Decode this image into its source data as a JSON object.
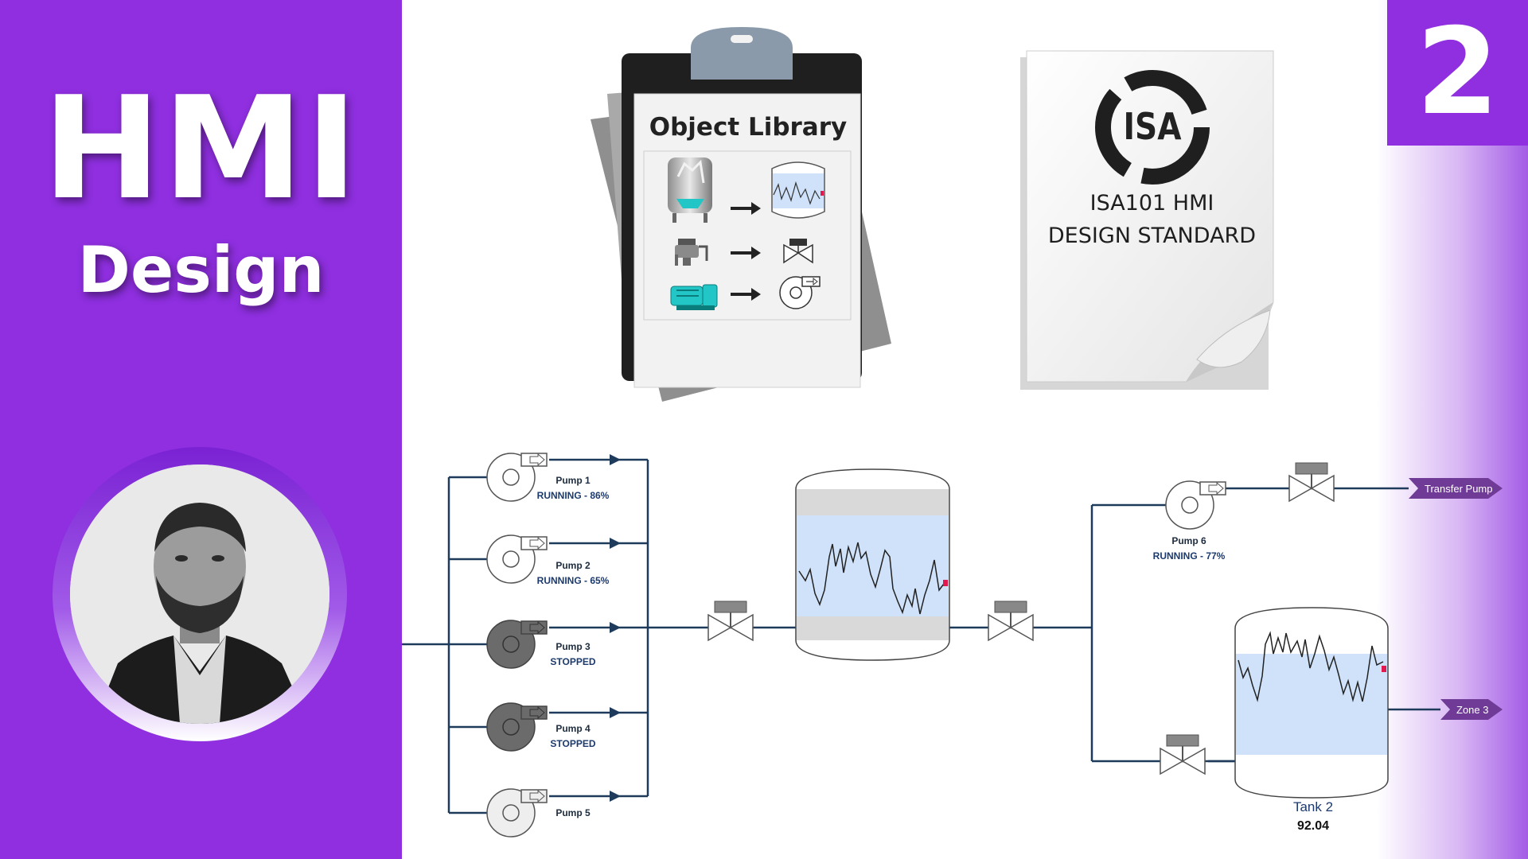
{
  "header": {
    "title": "HMI",
    "subtitle": "Design",
    "episode_number": "2"
  },
  "library_card": {
    "title": "Object Library"
  },
  "standard_doc": {
    "logo_text": "ISA",
    "line1": "ISA101 HMI",
    "line2": "DESIGN STANDARD"
  },
  "pumps": [
    {
      "name": "Pump 1",
      "status": "RUNNING - 86%",
      "running": true
    },
    {
      "name": "Pump 2",
      "status": "RUNNING - 65%",
      "running": true
    },
    {
      "name": "Pump 3",
      "status": "STOPPED",
      "running": false
    },
    {
      "name": "Pump 4",
      "status": "STOPPED",
      "running": false
    },
    {
      "name": "Pump 5",
      "status": "",
      "running": true
    }
  ],
  "pump6": {
    "name": "Pump 6",
    "status": "RUNNING - 77%"
  },
  "destinations": {
    "transfer": "Transfer Pump",
    "zone": "Zone 3"
  },
  "tank2": {
    "name": "Tank 2",
    "value": "92.04"
  },
  "colors": {
    "brand_purple": "#8f2fe0",
    "pipe": "#1f3b5c",
    "tank_fill": "#cfe2fa",
    "tag_purple": "#6f3b96",
    "accent_cyan": "#22c6c6",
    "alarm_red": "#e0194f"
  }
}
